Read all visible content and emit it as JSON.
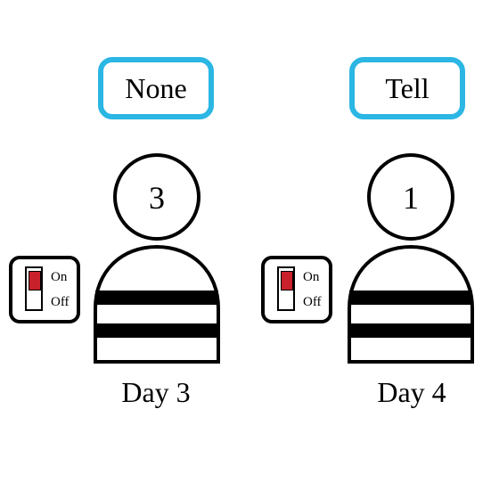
{
  "panels": [
    {
      "action": "None",
      "prisoner_number": "3",
      "switch": {
        "on_label": "On",
        "off_label": "Off",
        "state": "on"
      },
      "day": "Day 3"
    },
    {
      "action": "Tell",
      "prisoner_number": "1",
      "switch": {
        "on_label": "On",
        "off_label": "Off",
        "state": "on"
      },
      "day": "Day 4"
    }
  ],
  "colors": {
    "action_border": "#2bb6e4",
    "switch_knob": "#c8212b",
    "stroke": "#000000"
  }
}
